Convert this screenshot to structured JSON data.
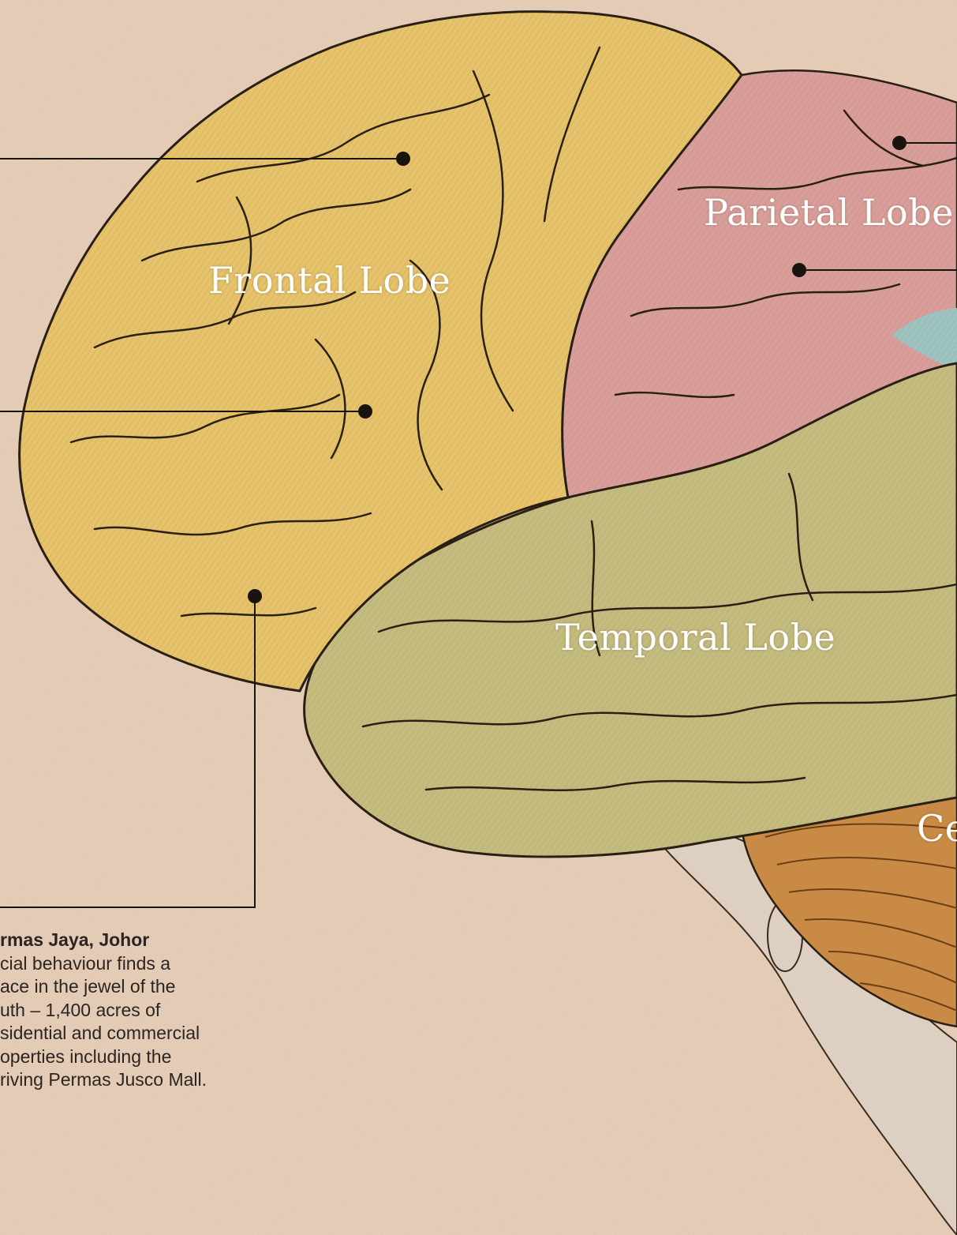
{
  "colors": {
    "background": "#e8cdb5",
    "frontal": "#e6c36a",
    "parietal": "#d99e9a",
    "temporal": "#c4bc7f",
    "occipital_hint": "#9ec3bf",
    "cerebellum": "#c98a45",
    "brainstem": "#ddd0c2",
    "outline": "#2a1f14",
    "label_text": "#ffffff",
    "caption_text": "#2b2521"
  },
  "labels": {
    "frontal": "Frontal Lobe",
    "parietal": "Parietal Lobe",
    "temporal": "Temporal Lobe",
    "cerebellum_partial": "Ce"
  },
  "caption": {
    "heading": "rmas Jaya, Johor",
    "lines": [
      "cial behaviour finds a",
      "ace in the jewel of the",
      "uth – 1,400 acres of",
      "sidential and commercial",
      "operties including the",
      "riving Permas Jusco Mall."
    ]
  }
}
